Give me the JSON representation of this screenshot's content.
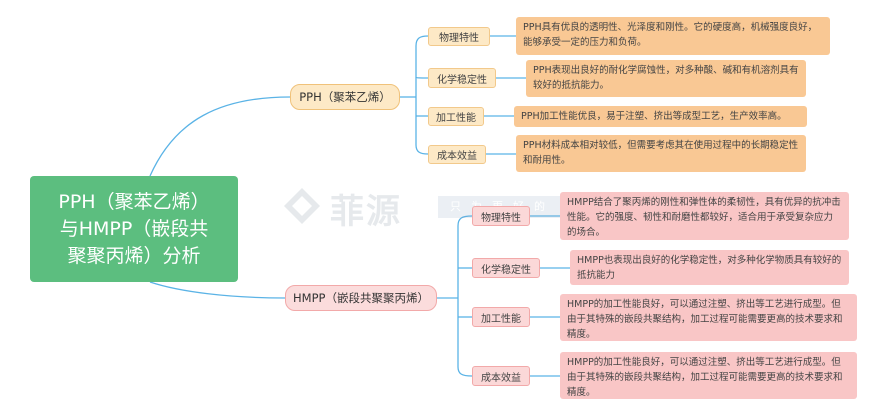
{
  "root": {
    "line1": "PPH（聚苯乙烯）",
    "line2": "与HMPP（嵌段共",
    "line3": "聚聚丙烯）分析"
  },
  "watermark": {
    "brand": "菲源",
    "slogan": "只为更好的"
  },
  "branches": [
    {
      "label": "PPH（聚苯乙烯）",
      "items": [
        {
          "category": "物理特性",
          "text": "PPH具有优良的透明性、光泽度和刚性。它的硬度高，机械强度良好，能够承受一定的压力和负荷。"
        },
        {
          "category": "化学稳定性",
          "text": "PPH表现出良好的耐化学腐蚀性，对多种酸、碱和有机溶剂具有较好的抵抗能力。"
        },
        {
          "category": "加工性能",
          "text": "PPH加工性能优良，易于注塑、挤出等成型工艺，生产效率高。"
        },
        {
          "category": "成本效益",
          "text": "PPH材料成本相对较低，但需要考虑其在使用过程中的长期稳定性和耐用性。"
        }
      ]
    },
    {
      "label": "HMPP（嵌段共聚聚丙烯）",
      "items": [
        {
          "category": "物理特性",
          "text": "HMPP结合了聚丙烯的刚性和弹性体的柔韧性，具有优异的抗冲击性能。它的强度、韧性和耐磨性都较好，适合用于承受复杂应力的场合。"
        },
        {
          "category": "化学稳定性",
          "text": "HMPP也表现出良好的化学稳定性，对多种化学物质具有较好的抵抗能力"
        },
        {
          "category": "加工性能",
          "text": "HMPP的加工性能良好，可以通过注塑、挤出等工艺进行成型。但由于其特殊的嵌段共聚结构，加工过程可能需要更高的技术要求和精度。"
        },
        {
          "category": "成本效益",
          "text": "HMPP的加工性能良好，可以通过注塑、挤出等工艺进行成型。但由于其特殊的嵌段共聚结构，加工过程可能需要更高的技术要求和精度。"
        }
      ]
    }
  ],
  "colors": {
    "root": "#5cbe7f",
    "link": "#5ab3e6",
    "pph_fill": "#fde9c6",
    "pph_desc": "#f9c894",
    "hmpp_fill": "#fbdcdc",
    "hmpp_desc": "#f9c6c6"
  }
}
